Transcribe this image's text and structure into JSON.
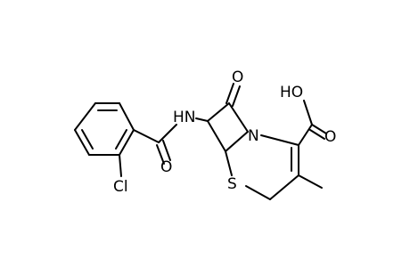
{
  "molecule": {
    "atoms": {
      "oxygen_ketone": "O",
      "hydroxyl": "HO",
      "nitrogen_amide": "HN",
      "nitrogen_ring": "N",
      "oxygen_carboxyl": "O",
      "oxygen_amide": "O",
      "sulfur": "S",
      "chlorine": "Cl"
    }
  },
  "colors": {
    "bond": "#000000",
    "label": "#000000",
    "background": "#ffffff"
  }
}
